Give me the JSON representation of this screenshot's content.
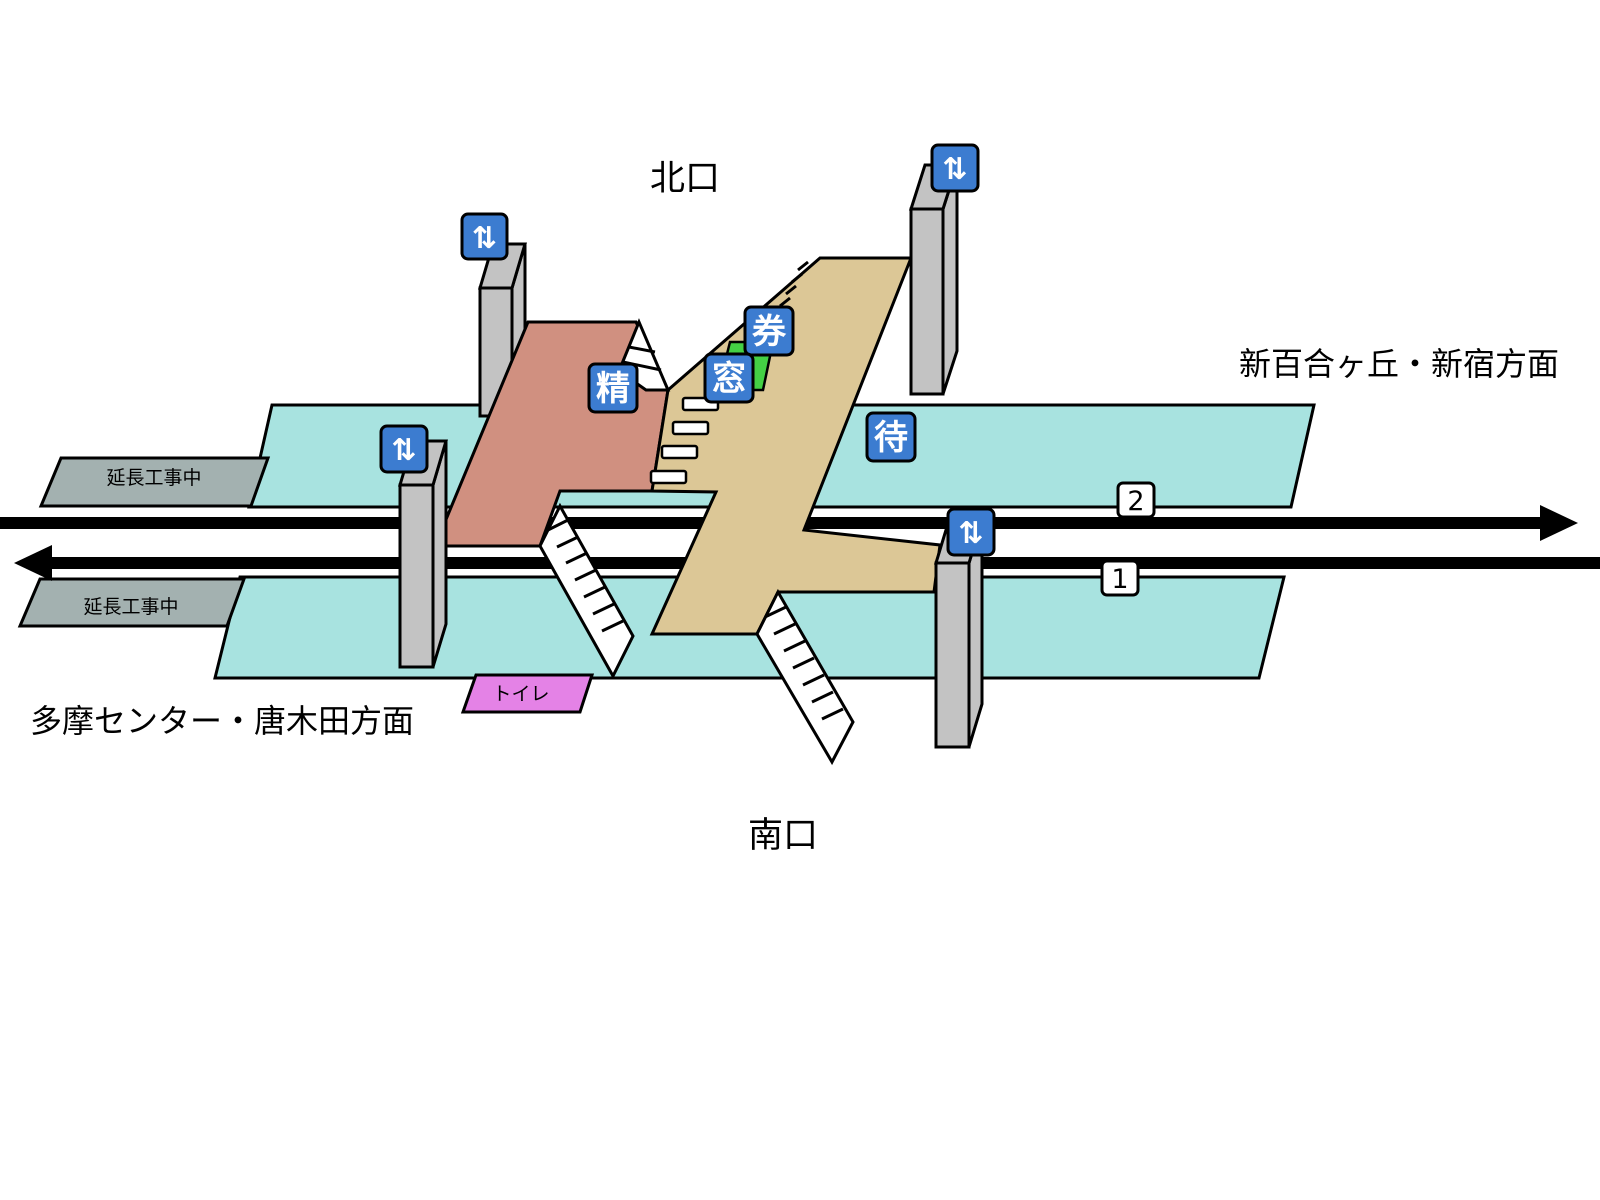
{
  "labels": {
    "north_exit": "北口",
    "south_exit": "南口",
    "direction_shinyurigaoka": "新百合ヶ丘・新宿方面",
    "direction_tama": "多摩センター・唐木田方面",
    "extension_top": "延長工事中",
    "extension_bottom": "延長工事中",
    "toilet": "トイレ",
    "track_2": "2",
    "track_1": "1"
  },
  "icons": {
    "fare_adjustment": "精",
    "ticket_machine": "券",
    "ticket_window": "窓",
    "waiting_room": "待",
    "elevator_symbol": "⇅"
  },
  "colors": {
    "platform": "#a8e3e0",
    "concourse_paid": "#d09080",
    "concourse_free": "#dcc796",
    "elevator_shaft": "#c3c3c3",
    "icon_blue": "#3c7cd0",
    "extension": "#a3b1b0",
    "toilet": "#e482e6",
    "ticket_machine": "#44d044",
    "track": "#000000"
  }
}
